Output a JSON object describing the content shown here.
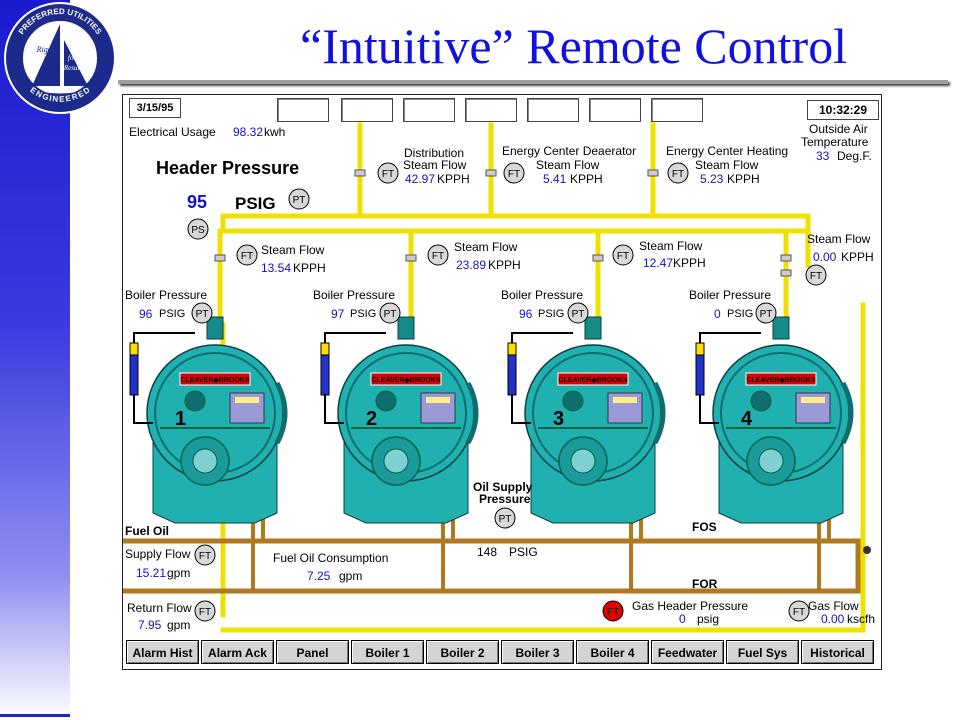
{
  "slide": {
    "title": "“Intuitive” Remote Control",
    "logo": {
      "ring_text": "PREFERRED UTILITIES",
      "bottom_text": "ENGINEERED",
      "center_line1": "Rigged",
      "center_line2": "for",
      "center_line3": "Results"
    }
  },
  "colors": {
    "accent_blue": "#1010e0",
    "pipe_yellow": "#f0e000",
    "pipe_brown": "#b07820",
    "boiler_teal": "#20b0b0",
    "alarm_red": "#e00000"
  },
  "header": {
    "date": "3/15/95",
    "time": "10:32:29",
    "electrical_usage_label": "Electrical Usage",
    "electrical_usage_value": "98.32",
    "electrical_usage_unit": "kwh",
    "outside_air_label1": "Outside Air",
    "outside_air_label2": "Temperature",
    "outside_air_value": "33",
    "outside_air_unit": "Deg.F.",
    "header_pressure_label": "Header Pressure",
    "header_pressure_value": "95",
    "header_pressure_unit": "PSIG"
  },
  "distribution": [
    {
      "label1": "Distribution",
      "label2": "Steam Flow",
      "value": "42.97",
      "unit": "KPPH"
    },
    {
      "label1": "Energy Center Deaerator",
      "label2": "Steam Flow",
      "value": "5.41",
      "unit": "KPPH"
    },
    {
      "label1": "Energy Center Heating",
      "label2": "Steam Flow",
      "value": "5.23",
      "unit": "KPPH"
    }
  ],
  "boilers": [
    {
      "number": "1",
      "steam_flow_label": "Steam Flow",
      "steam_flow": "13.54",
      "steam_unit": "KPPH",
      "pressure_label": "Boiler Pressure",
      "pressure": "96",
      "pressure_unit": "PSIG",
      "brand": "CLEAVER◆BROOKS"
    },
    {
      "number": "2",
      "steam_flow_label": "Steam Flow",
      "steam_flow": "23.89",
      "steam_unit": "KPPH",
      "pressure_label": "Boiler Pressure",
      "pressure": "97",
      "pressure_unit": "PSIG",
      "brand": "CLEAVER◆BROOKS"
    },
    {
      "number": "3",
      "steam_flow_label": "Steam Flow",
      "steam_flow": "12.47",
      "steam_unit": "KPPH",
      "pressure_label": "Boiler Pressure",
      "pressure": "96",
      "pressure_unit": "PSIG",
      "brand": "CLEAVER◆BROOKS"
    },
    {
      "number": "4",
      "steam_flow_label": "Steam Flow",
      "steam_flow": "0.00",
      "steam_unit": "KPPH",
      "pressure_label": "Boiler Pressure",
      "pressure": "0",
      "pressure_unit": "PSIG",
      "brand": "CLEAVER◆BROOKS"
    }
  ],
  "instruments": {
    "ft": "FT",
    "pt": "PT",
    "ps": "PS"
  },
  "fuel": {
    "fuel_oil_label": "Fuel Oil",
    "supply_flow_label": "Supply Flow",
    "supply_flow_value": "15.21",
    "supply_flow_unit": "gpm",
    "return_flow_label": "Return Flow",
    "return_flow_value": "7.95",
    "return_flow_unit": "gpm",
    "consumption_label": "Fuel Oil Consumption",
    "consumption_value": "7.25",
    "consumption_unit": "gpm",
    "oil_supply_label1": "Oil Supply",
    "oil_supply_label2": "Pressure",
    "oil_supply_value": "148",
    "oil_supply_unit": "PSIG",
    "fos_label": "FOS",
    "for_label": "FOR",
    "gas_header_label": "Gas Header Pressure",
    "gas_header_value": "0",
    "gas_header_unit": "psig",
    "gas_flow_label": "Gas Flow",
    "gas_flow_value": "0.00",
    "gas_flow_unit": "kscfh"
  },
  "buttons": [
    "Alarm Hist",
    "Alarm Ack",
    "Panel",
    "Boiler 1",
    "Boiler 2",
    "Boiler 3",
    "Boiler 4",
    "Feedwater",
    "Fuel Sys",
    "Historical"
  ]
}
